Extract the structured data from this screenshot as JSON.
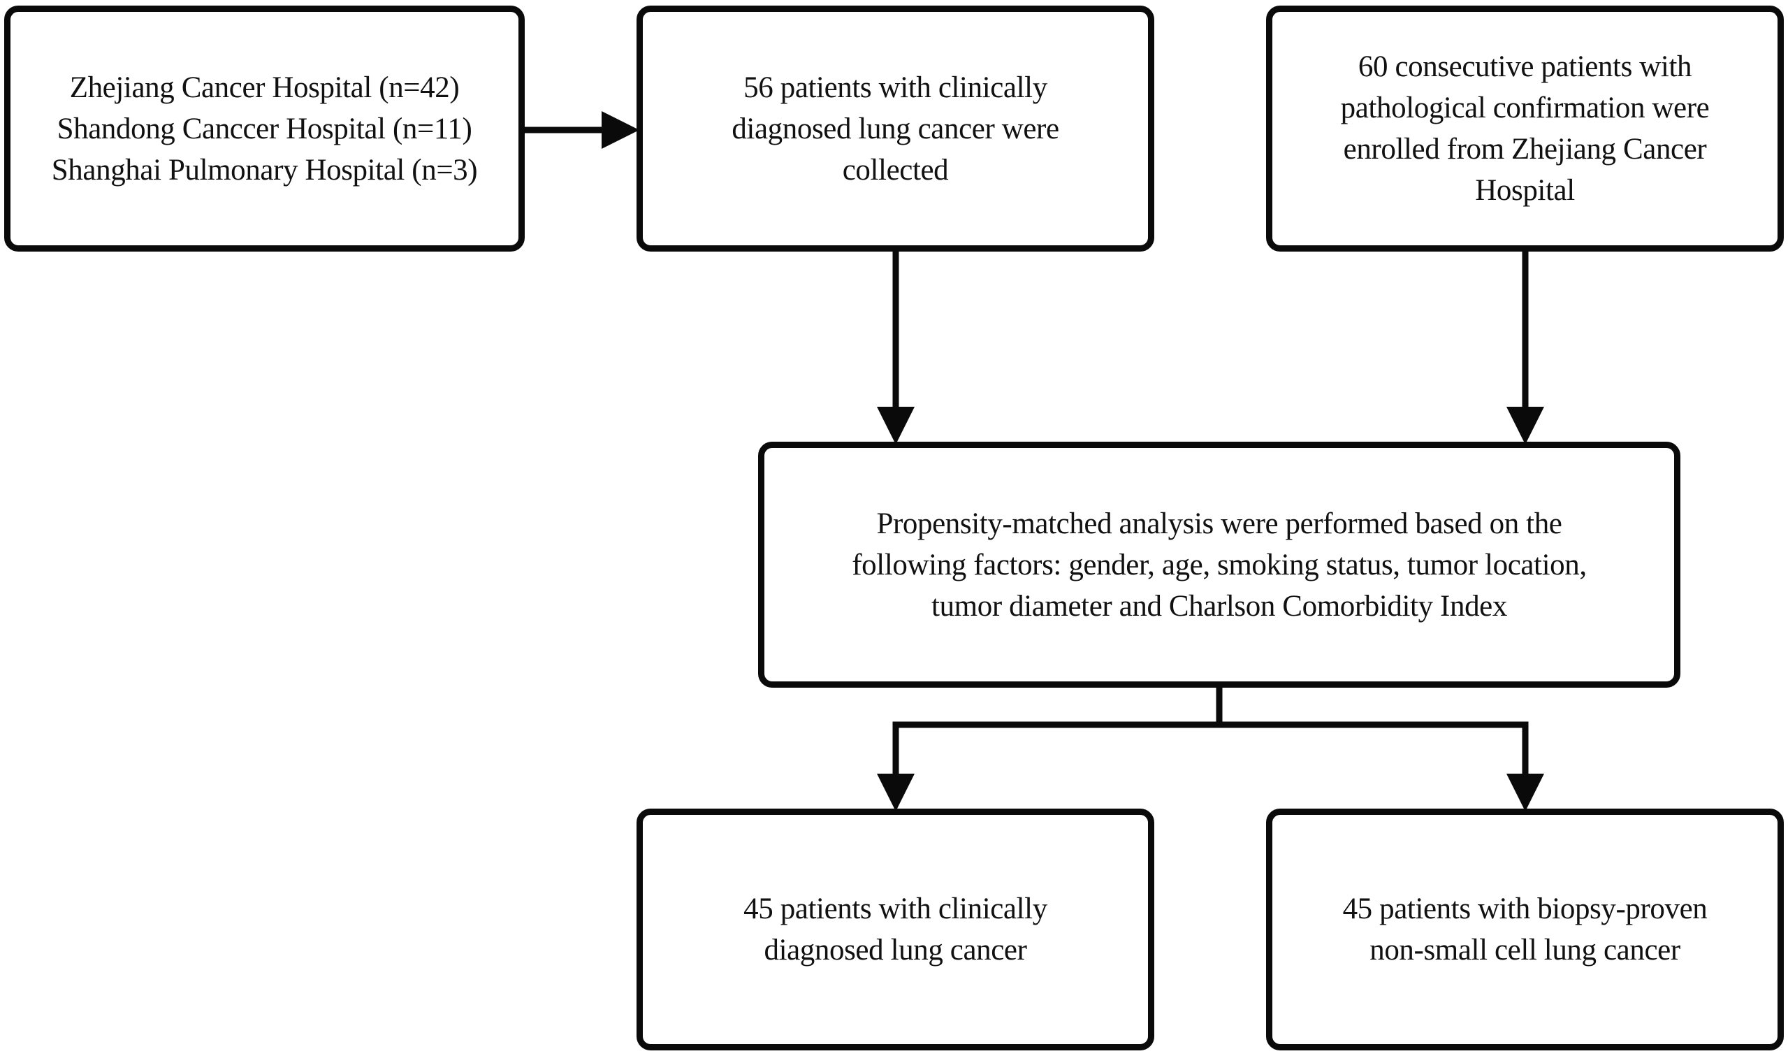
{
  "boxes": {
    "hospitals": {
      "lines": [
        "Zhejiang Cancer Hospital (n=42)",
        "Shandong Canccer Hospital (n=11)",
        "Shanghai Pulmonary Hospital (n=3)"
      ]
    },
    "clinical_collected": {
      "lines": [
        "56 patients with clinically",
        "diagnosed lung cancer were",
        "collected"
      ]
    },
    "pathological_enrolled": {
      "lines": [
        "60 consecutive patients with",
        "pathological confirmation were",
        "enrolled from Zhejiang Cancer",
        "Hospital"
      ]
    },
    "propensity_matching": {
      "lines": [
        "Propensity-matched analysis were performed based on the",
        "following factors: gender, age, smoking status, tumor location,",
        "tumor diameter and Charlson Comorbidity Index"
      ]
    },
    "clinical_matched": {
      "lines": [
        "45 patients with clinically",
        "diagnosed lung cancer"
      ]
    },
    "biopsy_matched": {
      "lines": [
        "45 patients with biopsy-proven",
        "non-small cell lung cancer"
      ]
    }
  }
}
